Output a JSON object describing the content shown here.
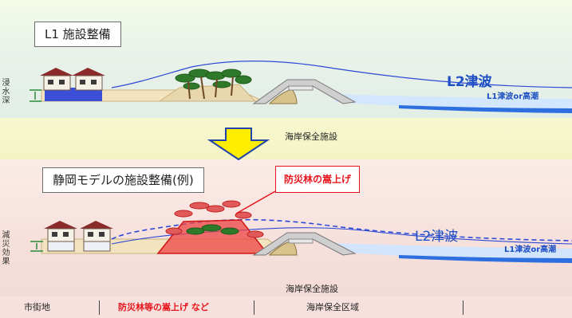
{
  "top": {
    "title": "L1 施設整備",
    "depth_label": "浸水深",
    "wave_l2": "L2津波",
    "wave_l1": "L1津波or高潮"
  },
  "arrow_label": "海岸保全施設",
  "bottom": {
    "title": "静岡モデルの施設整備(例)",
    "callout": "防災林の嵩上げ",
    "effect_label": "減災効果",
    "wave_l2": "L2津波",
    "wave_l1": "L1津波or高潮",
    "facility_label": "海岸保全施設"
  },
  "footer": {
    "cells": [
      "市街地",
      "防災林等の嵩上げ など",
      "海岸保全区域"
    ]
  },
  "colors": {
    "wave_l2": "#1e4fc4",
    "callout_red": "#e8141c",
    "arrow_yellow": "#ffee00"
  }
}
